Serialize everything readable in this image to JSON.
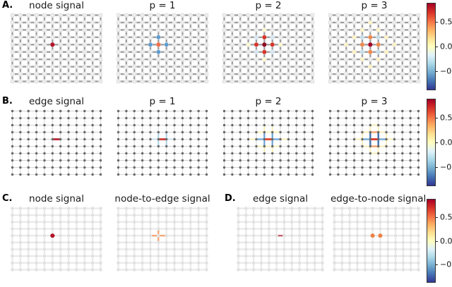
{
  "figure": {
    "labels": {
      "a": "A.",
      "b": "B.",
      "c": "C.",
      "d": "D."
    }
  },
  "chart_data": {
    "type": "graph-lattice-signals",
    "description": "Signals on a 2D grid graph. Row A: node signals diffused with polynomial order p. Row B: edge signals diffused with order p. Rows C/D: node-to-edge and edge-to-node lifted signals. Positions of highlights are relative to center node (col 5, row 4) of a 12x10 node lattice.",
    "grid": {
      "cols": 12,
      "rows": 10
    },
    "center": [
      5,
      4
    ],
    "node_format": [
      "dx",
      "dy",
      "value",
      "color",
      "radius"
    ],
    "edge_format": [
      "dx1",
      "dy1",
      "dx2",
      "dy2",
      "value",
      "color",
      "width"
    ],
    "grid_styles": {
      "A": {
        "cols": 12,
        "rows": 10,
        "edge": {
          "color": "#9e9e9e",
          "w": 2.4,
          "gap": 3.2
        },
        "node": {
          "shape": "square",
          "size": 4.8,
          "fill": "#ededed",
          "stroke": "#d8d8d8"
        }
      },
      "B": {
        "cols": 12,
        "rows": 10,
        "edge": {
          "color": "#d5d5d5",
          "w": 1.0,
          "gap": 0
        },
        "node": {
          "shape": "circle",
          "size": 1.7,
          "fill": "#6a6a6a"
        }
      },
      "C": {
        "cols": 12,
        "rows": 10,
        "edge": {
          "color": "#e9e9e9",
          "w": 2.2,
          "gap": 2.2
        },
        "node": {
          "shape": "circle",
          "size": 2.3,
          "fill": "#e1e1e1"
        }
      }
    },
    "panels": [
      {
        "id": "a1",
        "style": "A",
        "title": "node signal",
        "nodes": [
          [
            0,
            0,
            0.75,
            "#b31529",
            3.1
          ]
        ]
      },
      {
        "id": "a2",
        "style": "A",
        "title": "p = 1",
        "nodes": [
          [
            -1,
            0,
            -0.35,
            "#5f9ed2",
            2.9
          ],
          [
            1,
            0,
            -0.35,
            "#5f9ed2",
            2.9
          ],
          [
            0,
            -1,
            -0.35,
            "#5f9ed2",
            2.9
          ],
          [
            0,
            1,
            -0.35,
            "#5f9ed2",
            2.9
          ],
          [
            0,
            0,
            0.5,
            "#f3714b",
            3.1
          ]
        ]
      },
      {
        "id": "a3",
        "style": "A",
        "title": "p = 2",
        "nodes": [
          [
            -2,
            0,
            0.04,
            "#fdf8cd",
            2.7
          ],
          [
            2,
            0,
            0.04,
            "#fdf8cd",
            2.7
          ],
          [
            0,
            -2,
            0.04,
            "#fdf8cd",
            2.7
          ],
          [
            0,
            2,
            0.04,
            "#fdf8cd",
            2.7
          ],
          [
            -1,
            -1,
            -0.1,
            "#d4e6f3",
            2.7
          ],
          [
            1,
            -1,
            -0.1,
            "#d4e6f3",
            2.7
          ],
          [
            -1,
            1,
            -0.1,
            "#d4e6f3",
            2.7
          ],
          [
            1,
            1,
            -0.1,
            "#d4e6f3",
            2.7
          ],
          [
            -1,
            0,
            0.62,
            "#d7362a",
            3.0
          ],
          [
            1,
            0,
            0.62,
            "#d7362a",
            3.0
          ],
          [
            0,
            -1,
            0.62,
            "#d7362a",
            3.0
          ],
          [
            0,
            1,
            0.62,
            "#d7362a",
            3.0
          ],
          [
            0,
            0,
            0.8,
            "#8f0c24",
            3.1
          ]
        ]
      },
      {
        "id": "a4",
        "style": "A",
        "title": "p = 3",
        "nodes": [
          [
            0,
            -3,
            0.05,
            "#fdf3c3",
            2.7
          ],
          [
            0,
            3,
            0.05,
            "#fdf3c3",
            2.7
          ],
          [
            -3,
            0,
            0.05,
            "#fdf3c3",
            2.7
          ],
          [
            3,
            0,
            0.05,
            "#fdf3c3",
            2.7
          ],
          [
            -1,
            -2,
            0.05,
            "#fdf3c3",
            2.7
          ],
          [
            1,
            -2,
            0.05,
            "#fdf3c3",
            2.7
          ],
          [
            -1,
            2,
            0.05,
            "#fdf3c3",
            2.7
          ],
          [
            1,
            2,
            0.05,
            "#fdf3c3",
            2.7
          ],
          [
            -2,
            -1,
            0.05,
            "#fdf3c3",
            2.7
          ],
          [
            2,
            -1,
            0.05,
            "#fdf3c3",
            2.7
          ],
          [
            -2,
            1,
            0.05,
            "#fdf3c3",
            2.7
          ],
          [
            2,
            1,
            0.05,
            "#fdf3c3",
            2.7
          ],
          [
            -1,
            -1,
            -0.15,
            "#c3ddec",
            2.7
          ],
          [
            1,
            -1,
            -0.15,
            "#c3ddec",
            2.7
          ],
          [
            -1,
            1,
            -0.15,
            "#c3ddec",
            2.7
          ],
          [
            1,
            1,
            -0.15,
            "#c3ddec",
            2.7
          ],
          [
            -1,
            0,
            0.42,
            "#f08a51",
            3.0
          ],
          [
            1,
            0,
            0.42,
            "#f08a51",
            3.0
          ],
          [
            0,
            -1,
            0.42,
            "#f08a51",
            3.0
          ],
          [
            0,
            1,
            0.42,
            "#f08a51",
            3.0
          ],
          [
            0,
            0,
            0.83,
            "#a50026",
            3.1
          ]
        ]
      },
      {
        "id": "b1",
        "style": "B",
        "title": "edge signal",
        "edges": [
          [
            0,
            0,
            1,
            0,
            0.75,
            "#b5182b",
            2.6
          ]
        ]
      },
      {
        "id": "b2",
        "style": "B",
        "title": "p = 1",
        "edges": [
          [
            -1,
            0,
            0,
            0,
            -0.1,
            "#cadfee",
            2.0
          ],
          [
            1,
            0,
            2,
            0,
            -0.1,
            "#cadfee",
            2.0
          ],
          [
            0,
            0,
            0,
            -1,
            -0.18,
            "#aed0e6",
            2.0
          ],
          [
            0,
            0,
            0,
            1,
            -0.18,
            "#aed0e6",
            2.0
          ],
          [
            1,
            0,
            1,
            -1,
            -0.18,
            "#aed0e6",
            2.0
          ],
          [
            1,
            0,
            1,
            1,
            -0.18,
            "#aed0e6",
            2.0
          ],
          [
            0,
            0,
            1,
            0,
            0.6,
            "#c8302a",
            2.6
          ]
        ]
      },
      {
        "id": "b3",
        "style": "B",
        "title": "p = 2",
        "edges": [
          [
            0,
            -1,
            0,
            -2,
            0.05,
            "#f7eeb4",
            1.8
          ],
          [
            1,
            -1,
            1,
            -2,
            0.05,
            "#f7eeb4",
            1.8
          ],
          [
            0,
            1,
            0,
            2,
            0.05,
            "#f7eeb4",
            1.8
          ],
          [
            1,
            1,
            1,
            2,
            0.05,
            "#f7eeb4",
            1.8
          ],
          [
            -1,
            -1,
            0,
            -1,
            0.05,
            "#f7eeb4",
            1.8
          ],
          [
            0,
            -1,
            1,
            -1,
            0.05,
            "#f7eeb4",
            1.8
          ],
          [
            1,
            -1,
            2,
            -1,
            0.05,
            "#f7eeb4",
            1.8
          ],
          [
            -1,
            1,
            0,
            1,
            0.05,
            "#f7eeb4",
            1.8
          ],
          [
            0,
            1,
            1,
            1,
            0.05,
            "#f7eeb4",
            1.8
          ],
          [
            1,
            1,
            2,
            1,
            0.05,
            "#f7eeb4",
            1.8
          ],
          [
            -2,
            0,
            -1,
            0,
            0.05,
            "#f7eeb4",
            1.8
          ],
          [
            2,
            0,
            3,
            0,
            0.05,
            "#f7eeb4",
            1.8
          ],
          [
            -1,
            0,
            0,
            0,
            -0.3,
            "#6aa3d3",
            2.2
          ],
          [
            1,
            0,
            2,
            0,
            -0.3,
            "#6aa3d3",
            2.2
          ],
          [
            0,
            0,
            0,
            -1,
            -0.33,
            "#6aa3d3",
            2.2
          ],
          [
            0,
            0,
            0,
            1,
            -0.33,
            "#6aa3d3",
            2.2
          ],
          [
            1,
            0,
            1,
            -1,
            -0.33,
            "#6aa3d3",
            2.2
          ],
          [
            1,
            0,
            1,
            1,
            -0.33,
            "#6aa3d3",
            2.2
          ],
          [
            0,
            0,
            1,
            0,
            0.58,
            "#e2452c",
            2.8
          ]
        ]
      },
      {
        "id": "b4",
        "style": "B",
        "title": "p = 3",
        "edges": [
          [
            0,
            -1,
            0,
            -2,
            0.06,
            "#f6ecae",
            1.8
          ],
          [
            1,
            -1,
            1,
            -2,
            0.06,
            "#f6ecae",
            1.8
          ],
          [
            0,
            1,
            0,
            2,
            0.06,
            "#f6ecae",
            1.8
          ],
          [
            1,
            1,
            1,
            2,
            0.06,
            "#f6ecae",
            1.8
          ],
          [
            -1,
            0,
            -1,
            -1,
            0.06,
            "#f6ecae",
            1.8
          ],
          [
            -1,
            0,
            -1,
            1,
            0.06,
            "#f6ecae",
            1.8
          ],
          [
            2,
            0,
            2,
            -1,
            0.06,
            "#f6ecae",
            1.8
          ],
          [
            2,
            0,
            2,
            1,
            0.06,
            "#f6ecae",
            1.8
          ],
          [
            -1,
            -1,
            0,
            -1,
            0.06,
            "#f6ecae",
            1.8
          ],
          [
            1,
            -1,
            2,
            -1,
            0.06,
            "#f6ecae",
            1.8
          ],
          [
            -1,
            1,
            0,
            1,
            0.06,
            "#f6ecae",
            1.8
          ],
          [
            1,
            1,
            2,
            1,
            0.06,
            "#f6ecae",
            1.8
          ],
          [
            -2,
            0,
            -1,
            0,
            0.06,
            "#f6ecae",
            1.8
          ],
          [
            2,
            0,
            3,
            0,
            0.06,
            "#f6ecae",
            1.8
          ],
          [
            0,
            -2,
            1,
            -2,
            0.06,
            "#f6ecae",
            1.8
          ],
          [
            0,
            2,
            1,
            2,
            0.06,
            "#f6ecae",
            1.8
          ],
          [
            0,
            -1,
            1,
            -1,
            0.3,
            "#f2995f",
            2.2
          ],
          [
            0,
            1,
            1,
            1,
            0.3,
            "#f2995f",
            2.2
          ],
          [
            -1,
            0,
            0,
            0,
            -0.42,
            "#74a9d0",
            2.4
          ],
          [
            1,
            0,
            2,
            0,
            -0.42,
            "#74a9d0",
            2.4
          ],
          [
            0,
            0,
            0,
            -1,
            -0.55,
            "#3e70b4",
            2.4
          ],
          [
            0,
            0,
            0,
            1,
            -0.55,
            "#3e70b4",
            2.4
          ],
          [
            1,
            0,
            1,
            -1,
            -0.55,
            "#3e70b4",
            2.4
          ],
          [
            1,
            0,
            1,
            1,
            -0.55,
            "#3e70b4",
            2.4
          ],
          [
            0,
            0,
            1,
            0,
            0.6,
            "#d7352b",
            2.8
          ]
        ]
      },
      {
        "id": "c1",
        "style": "C",
        "title": "node signal",
        "nodes": [
          [
            0,
            0,
            0.75,
            "#b31529",
            3.1
          ]
        ]
      },
      {
        "id": "c2",
        "style": "C",
        "title": "node-to-edge signal",
        "edges": [
          [
            0,
            0,
            -1,
            0,
            0.3,
            "#f7a678",
            2.4
          ],
          [
            0,
            0,
            1,
            0,
            0.3,
            "#f7a678",
            2.4
          ],
          [
            0,
            0,
            0,
            -1,
            0.3,
            "#f7a678",
            2.4
          ],
          [
            0,
            0,
            0,
            1,
            0.3,
            "#f7a678",
            2.4
          ]
        ]
      },
      {
        "id": "d1",
        "style": "C",
        "title": "edge signal",
        "edges": [
          [
            0,
            0,
            1,
            0,
            0.45,
            "#c5606e",
            2.4
          ]
        ]
      },
      {
        "id": "d2",
        "style": "C",
        "title": "edge-to-node signal",
        "nodes": [
          [
            0,
            0,
            0.4,
            "#ef8045",
            3.0
          ],
          [
            1,
            0,
            0.4,
            "#ef8045",
            3.0
          ]
        ]
      }
    ],
    "colorbar": {
      "range": [
        -0.9,
        0.9
      ],
      "ticks": [
        {
          "label": "0.5",
          "pos": 0.22
        },
        {
          "label": "0.0",
          "pos": 0.5
        },
        {
          "label": "−0.5",
          "pos": 0.78
        }
      ],
      "colors": [
        "#a50026",
        "#d73027",
        "#f46d43",
        "#fdae61",
        "#fee090",
        "#ffffbf",
        "#e0f3f8",
        "#abd9e9",
        "#74add1",
        "#4575b4",
        "#313695"
      ]
    }
  }
}
